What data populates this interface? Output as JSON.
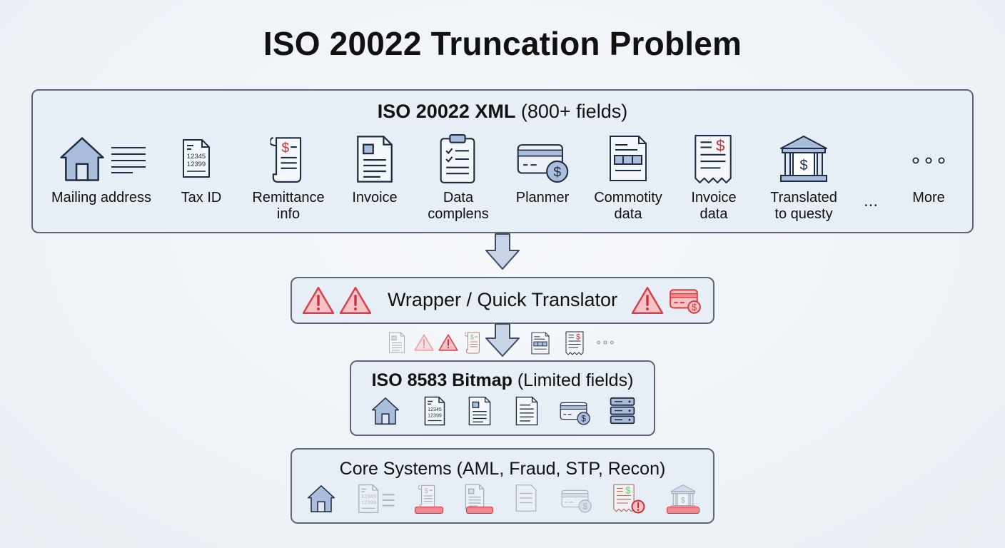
{
  "title": "ISO 20022 Truncation Problem",
  "xml_panel": {
    "title_bold": "ISO 20022 XML",
    "title_rest": " (800+ fields)",
    "items": [
      {
        "label": "Mailing address",
        "icon": "house-icon"
      },
      {
        "label": "Tax ID",
        "icon": "tax-document-icon",
        "lines": [
          "12345",
          "12399"
        ]
      },
      {
        "label": "Remittance\ninfo",
        "icon": "remittance-scroll-icon"
      },
      {
        "label": "Invoice",
        "icon": "invoice-document-icon"
      },
      {
        "label": "Data\ncomplens",
        "icon": "clipboard-icon"
      },
      {
        "label": "Planmer",
        "icon": "card-payment-icon"
      },
      {
        "label": "Commotity\ndata",
        "icon": "data-table-document-icon"
      },
      {
        "label": "Invoice\ndata",
        "icon": "receipt-icon"
      },
      {
        "label": "Translated\nto questy",
        "icon": "bank-icon"
      },
      {
        "label": "More",
        "icon": "more-dots-icon"
      }
    ],
    "ellipsis": "..."
  },
  "wrapper_panel": {
    "title": "Wrapper / Quick Translator"
  },
  "bitmap_panel": {
    "title_bold": "ISO 8583 Bitmap",
    "title_rest": " (Limited fields)",
    "tax_lines": [
      "12345",
      "12399"
    ]
  },
  "core_panel": {
    "title": "Core Systems (AML, Fraud, STP, Recon)",
    "tax_lines": [
      "12345",
      "12399"
    ]
  },
  "colors": {
    "icon_fill": "#a9bedc",
    "icon_stroke": "#1f2d44",
    "warning": "#d6404a",
    "warning_fill": "#f7c3c6",
    "panel_bg": "#e8eef5",
    "panel_border": "#5b6778"
  }
}
